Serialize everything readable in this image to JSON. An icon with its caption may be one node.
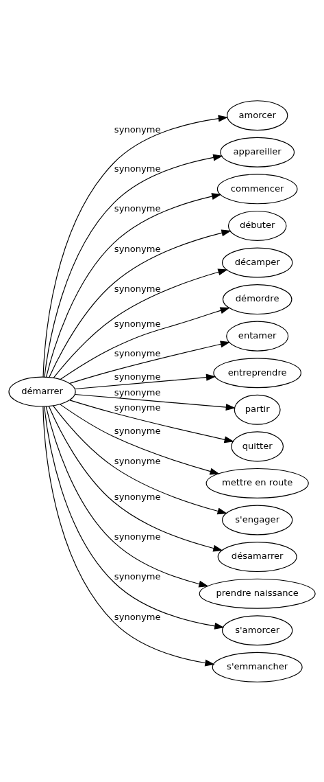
{
  "diagram": {
    "nodes": [
      {
        "text": [
          "démarrer"
        ]
      },
      {
        "text": [
          "amorcer"
        ]
      },
      {
        "text": [
          "appareiller"
        ]
      },
      {
        "text": [
          "commencer"
        ]
      },
      {
        "text": [
          "débuter"
        ]
      },
      {
        "text": [
          "décamper"
        ]
      },
      {
        "text": [
          "démordre"
        ]
      },
      {
        "text": [
          "entamer"
        ]
      },
      {
        "text": [
          "entreprendre"
        ]
      },
      {
        "text": [
          "partir"
        ]
      },
      {
        "text": [
          "quitter"
        ]
      },
      {
        "text": [
          "mettre en route"
        ]
      },
      {
        "text": [
          "s'engager"
        ]
      },
      {
        "text": [
          "désamarrer"
        ]
      },
      {
        "text": [
          "prendre naissance"
        ]
      },
      {
        "text": [
          "s'amorcer"
        ]
      },
      {
        "text": [
          "s'emmancher"
        ]
      }
    ],
    "edges": [
      {
        "from": 0,
        "to": 1,
        "arrow": "to",
        "label": "synonyme"
      },
      {
        "from": 0,
        "to": 2,
        "arrow": "to",
        "label": "synonyme"
      },
      {
        "from": 0,
        "to": 3,
        "arrow": "to",
        "label": "synonyme"
      },
      {
        "from": 0,
        "to": 4,
        "arrow": "to",
        "label": "synonyme"
      },
      {
        "from": 0,
        "to": 5,
        "arrow": "to",
        "label": "synonyme"
      },
      {
        "from": 0,
        "to": 6,
        "arrow": "to",
        "label": "synonyme"
      },
      {
        "from": 0,
        "to": 7,
        "arrow": "to",
        "label": "synonyme"
      },
      {
        "from": 0,
        "to": 8,
        "arrow": "to",
        "label": "synonyme"
      },
      {
        "from": 0,
        "to": 9,
        "arrow": "to",
        "label": "synonyme"
      },
      {
        "from": 0,
        "to": 10,
        "arrow": "to",
        "label": "synonyme"
      },
      {
        "from": 0,
        "to": 11,
        "arrow": "to",
        "label": "synonyme"
      },
      {
        "from": 0,
        "to": 12,
        "arrow": "to",
        "label": "synonyme"
      },
      {
        "from": 0,
        "to": 13,
        "arrow": "to",
        "label": "synonyme"
      },
      {
        "from": 0,
        "to": 14,
        "arrow": "to",
        "label": "synonyme"
      },
      {
        "from": 0,
        "to": 15,
        "arrow": "to",
        "label": "synonyme"
      },
      {
        "from": 0,
        "to": 16,
        "arrow": "to",
        "label": "synonyme"
      }
    ]
  }
}
